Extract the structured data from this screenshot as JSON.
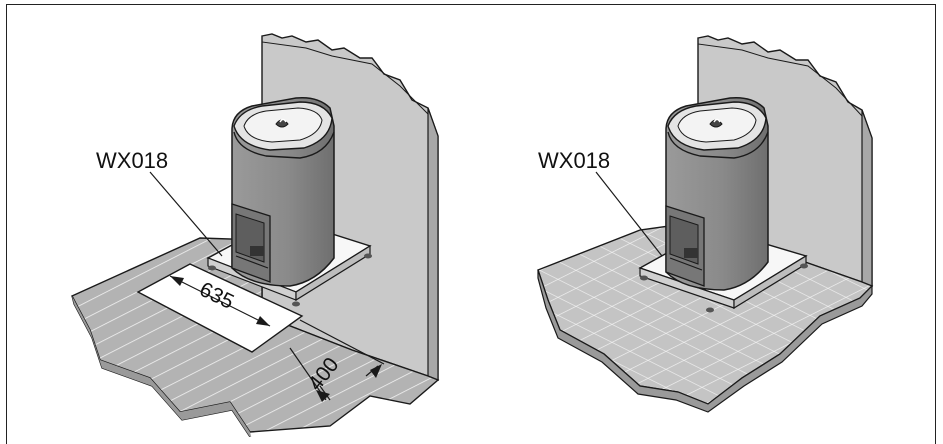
{
  "figures": [
    {
      "part_label": "WX018",
      "dimension_width": "635",
      "dimension_depth": "400"
    },
    {
      "part_label": "WX018"
    }
  ],
  "colors": {
    "wall": "#c8c8c8",
    "floor": "#b3b3b3",
    "stove": "#8c8c8c",
    "outline": "#1a1a1a"
  }
}
